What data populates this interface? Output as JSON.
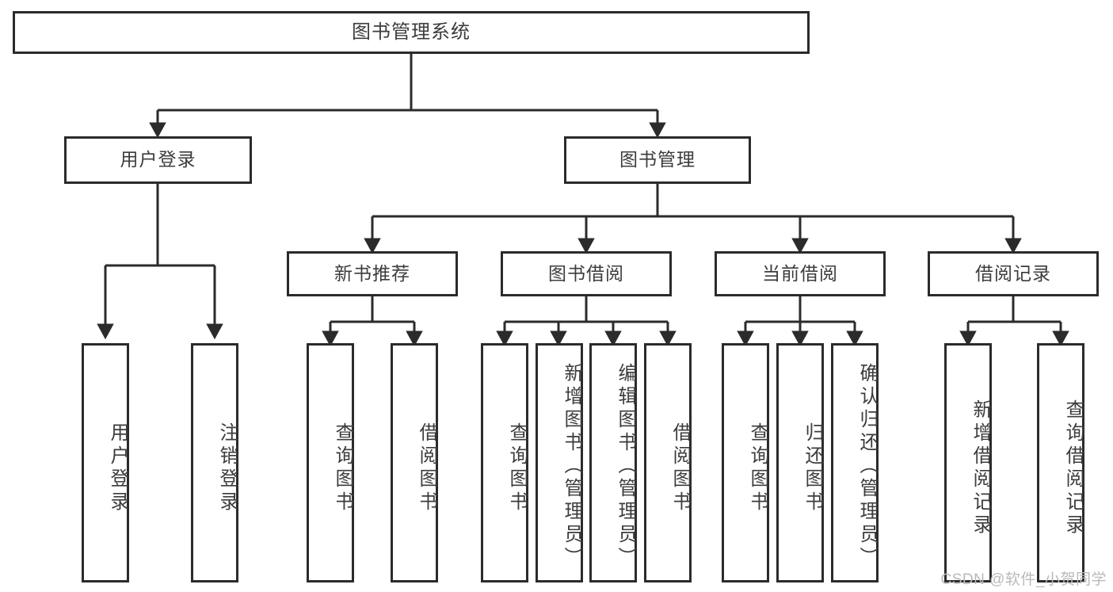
{
  "diagram": {
    "title": "图书管理系统",
    "type": "tree",
    "watermark": "CSDN @软件_小贺同学",
    "colors": {
      "stroke": "#2b2b2b",
      "text": "#3c3c3c",
      "background": "#ffffff",
      "watermark": "#b9b9b9"
    },
    "root": {
      "label": "图书管理系统"
    },
    "level2": [
      {
        "label": "用户登录"
      },
      {
        "label": "图书管理"
      }
    ],
    "level3": [
      {
        "label": "新书推荐"
      },
      {
        "label": "图书借阅"
      },
      {
        "label": "当前借阅"
      },
      {
        "label": "借阅记录"
      }
    ],
    "leaves": {
      "user_login": [
        {
          "label": "用户登录"
        },
        {
          "label": "注销登录"
        }
      ],
      "new_book_rec": [
        {
          "label": "查询图书"
        },
        {
          "label": "借阅图书"
        }
      ],
      "book_borrow": [
        {
          "label": "查询图书"
        },
        {
          "label": "新增图书（管理员）"
        },
        {
          "label": "编辑图书（管理员）"
        },
        {
          "label": "借阅图书"
        }
      ],
      "current_borrow": [
        {
          "label": "查询图书"
        },
        {
          "label": "归还图书"
        },
        {
          "label": "确认归还（管理员）"
        }
      ],
      "borrow_record": [
        {
          "label": "新增借阅记录"
        },
        {
          "label": "查询借阅记录"
        }
      ]
    }
  }
}
